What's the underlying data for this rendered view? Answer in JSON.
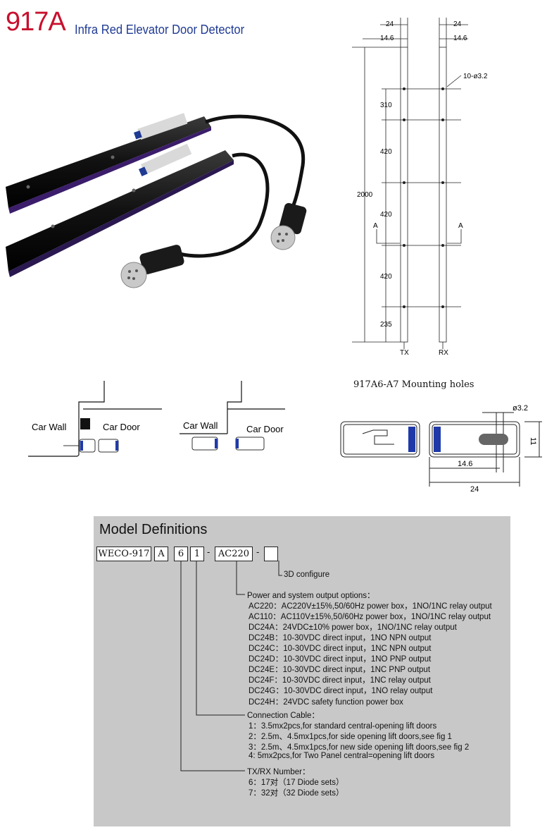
{
  "header": {
    "model": "917A",
    "title": "Infra Red Elevator Door Detector"
  },
  "drawing": {
    "top_dims": [
      "24",
      "24",
      "14.6",
      "14.6"
    ],
    "holes_label": "10-ø3.2",
    "total": "2000",
    "segments": [
      "310",
      "420",
      "420",
      "420",
      "235"
    ],
    "section_marks": [
      "A",
      "A"
    ],
    "bar_labels": [
      "TX",
      "RX"
    ]
  },
  "cross_section": {
    "fig1": {
      "wall": "Car Wall",
      "door": "Car Door"
    },
    "fig2": {
      "wall": "Car Wall",
      "door": "Car Door"
    }
  },
  "mounting": {
    "caption": "917A6-A7  Mounting holes",
    "dia": "ø3.2",
    "height": "11",
    "offset": "14.6",
    "width": "24"
  },
  "model_def": {
    "title": "Model Definitions",
    "boxes": [
      "WECO-917",
      "A",
      "6",
      "1",
      "AC220",
      ""
    ],
    "dash": "-",
    "config": "3D configure",
    "power_title": "Power and system output options：",
    "power_items": [
      "AC220：AC220V±15%,50/60Hz power box，1NO/1NC relay output",
      "AC110：AC110V±15%,50/60Hz power box，1NO/1NC relay output",
      "DC24A：24VDC±10% power box，1NO/1NC relay output",
      "DC24B：10-30VDC direct input，1NO NPN output",
      "DC24C：10-30VDC direct input，1NC NPN output",
      "DC24D：10-30VDC direct input，1NO PNP output",
      "DC24E：10-30VDC direct input，1NC PNP output",
      "DC24F：10-30VDC direct input，1NC relay output",
      "DC24G：10-30VDC direct input，1NO relay output",
      "DC24H：24VDC safety function power box"
    ],
    "cable_title": "Connection Cable：",
    "cable_items": [
      "1：3.5mx2pcs,for standard central-opening lift doors",
      "2：2.5m、4.5mx1pcs,for side opening lift doors,see fig 1",
      "3：2.5m、4.5mx1pcs,for new side opening lift doors,see fig 2",
      "4: 5mx2pcs,for Two Panel central=opening lift doors"
    ],
    "txrx_title": "TX/RX Number：",
    "txrx_items": [
      "6：17对（17 Diode sets）",
      "7：32对（32 Diode sets）"
    ]
  }
}
